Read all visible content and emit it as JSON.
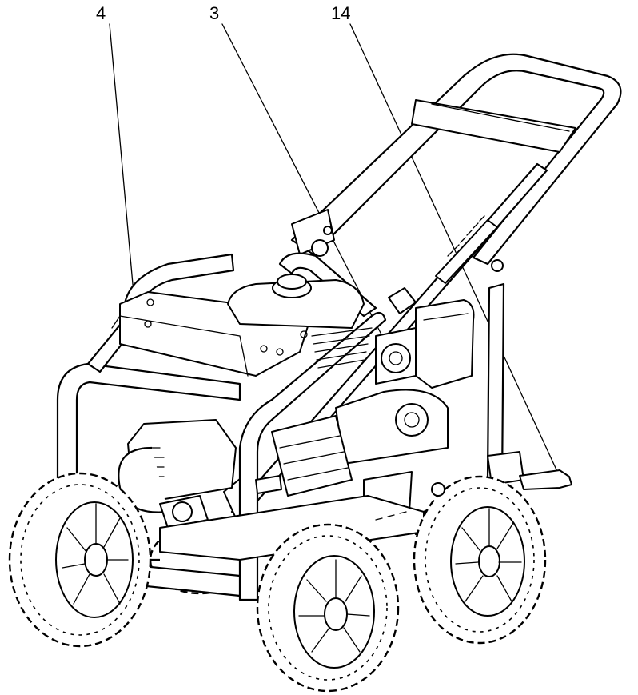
{
  "callouts": [
    {
      "id": "callout-4",
      "label": "4"
    },
    {
      "id": "callout-3",
      "label": "3"
    },
    {
      "id": "callout-14",
      "label": "14"
    }
  ],
  "colors": {
    "line": "#000000",
    "background": "#ffffff"
  }
}
